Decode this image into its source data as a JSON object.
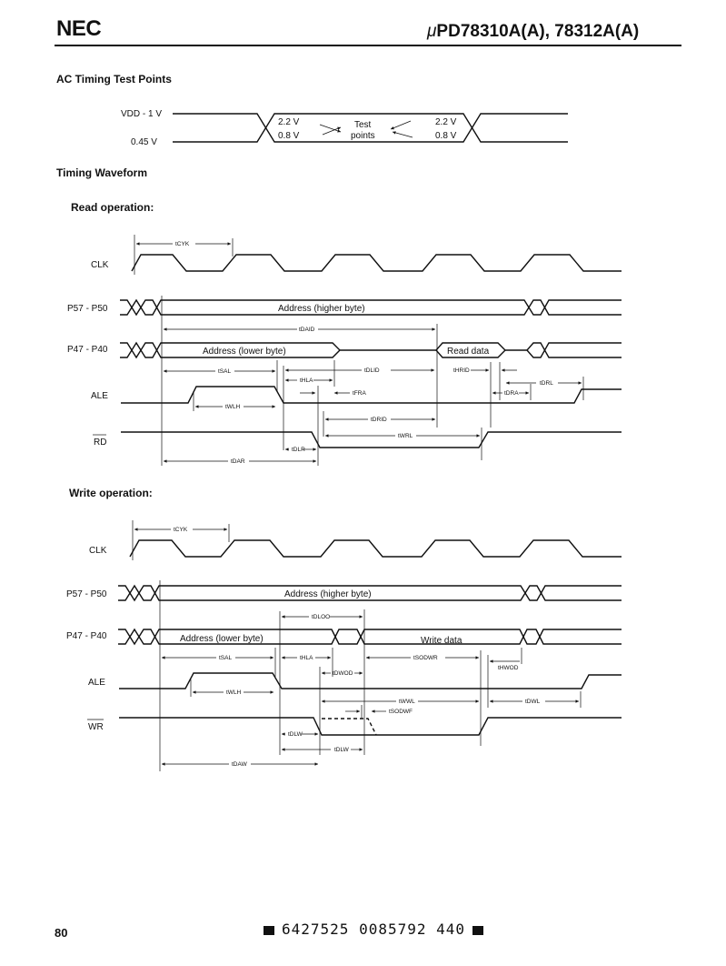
{
  "header": {
    "brand": "NEC",
    "mu": "μ",
    "part": "PD78310A(A), 78312A(A)"
  },
  "sections": {
    "ac_title": "AC Timing Test Points",
    "timing_title": "Timing Waveform",
    "read_title": "Read operation:",
    "write_title": "Write operation:"
  },
  "test_points": {
    "vdd": "VDD - 1 V",
    "low": "0.45 V",
    "hi_level": "2.2 V",
    "lo_level": "0.8 V",
    "test": "Test",
    "points": "points"
  },
  "read": {
    "signals": [
      "CLK",
      "P57 - P50",
      "P47 - P40",
      "ALE",
      "RD"
    ],
    "addr_high": "Address (higher byte)",
    "addr_low": "Address (lower byte)",
    "data": "Read data",
    "params": {
      "tcyk": "tCYK",
      "tdaid": "tDAID",
      "tsal": "tSAL",
      "tdlid": "tDLID",
      "thrid": "tHRID",
      "thla": "tHLA",
      "tdrl": "tDRL",
      "tfra": "tFRA",
      "tdra": "tDRA",
      "twlh": "tWLH",
      "tdrid": "tDRID",
      "twrl": "tWRL",
      "tdlr": "tDLR",
      "tdar": "tDAR"
    }
  },
  "write": {
    "signals": [
      "CLK",
      "P57 - P50",
      "P47 - P40",
      "ALE",
      "WR"
    ],
    "addr_high": "Address (higher byte)",
    "addr_low": "Address (lower byte)",
    "data": "Write data",
    "params": {
      "tcyk": "tCYK",
      "tdloo": "tDLOO",
      "tsal": "tSAL",
      "thla": "tHLA",
      "tsodwr": "tSODWR",
      "thwod": "tHWOD",
      "tdwod": "tDWOD",
      "twlh": "tWLH",
      "twwl": "tWWL",
      "tdwl": "tDWL",
      "tsodwf": "tSODWF",
      "tdlw": "tDLW",
      "tdaw": "tDAW"
    }
  },
  "footer": {
    "page": "80",
    "code": "6427525 0085792 440"
  }
}
